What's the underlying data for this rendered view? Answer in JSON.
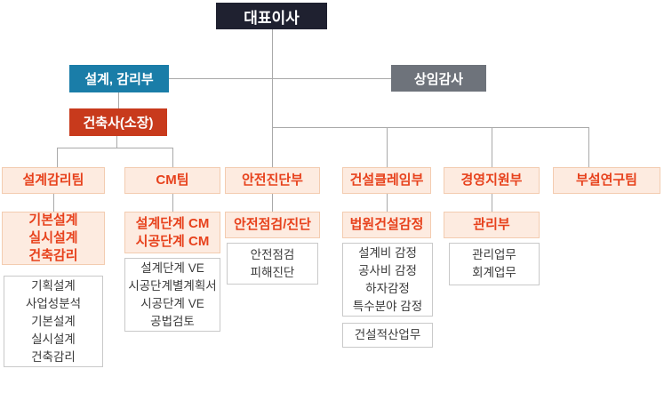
{
  "org_chart": {
    "ceo": {
      "label": "대표이사"
    },
    "design_dept": {
      "label": "설계, 감리부"
    },
    "architect": {
      "label": "건축사(소장)"
    },
    "auditor": {
      "label": "상임감사"
    },
    "teams": [
      {
        "label": "설계감리팀",
        "sub": "기본설계\n실시설계\n건축감리",
        "detail": "기획설계\n사업성분석\n기본설계\n실시설계\n건축감리"
      },
      {
        "label": "CM팀",
        "sub": "설계단계 CM\n시공단계 CM",
        "detail": "설계단계 VE\n시공단계별계획서\n시공단계 VE\n공법검토"
      },
      {
        "label": "안전진단부",
        "sub": "안전점검/진단",
        "detail": "안전점검\n피해진단"
      },
      {
        "label": "건설클레임부",
        "sub": "법원건설감정",
        "detail": "설계비 감정\n공사비 감정\n하자감정\n특수분야 감정",
        "detail2": "건설적산업무"
      },
      {
        "label": "경영지원부",
        "sub": "관리부",
        "detail": "관리업무\n회계업무"
      },
      {
        "label": "부설연구팀"
      }
    ],
    "colors": {
      "ceo_bg": "#1f2130",
      "dept_bg": "#1a7da8",
      "architect_bg": "#c83a1c",
      "auditor_bg": "#6e737b",
      "team_bg": "#fdebe0",
      "team_border": "#f3ccb0",
      "team_text": "#e7411c",
      "detail_border": "#c9c9c9",
      "detail_text": "#3a3a3a",
      "line": "#a9a9a9"
    }
  }
}
